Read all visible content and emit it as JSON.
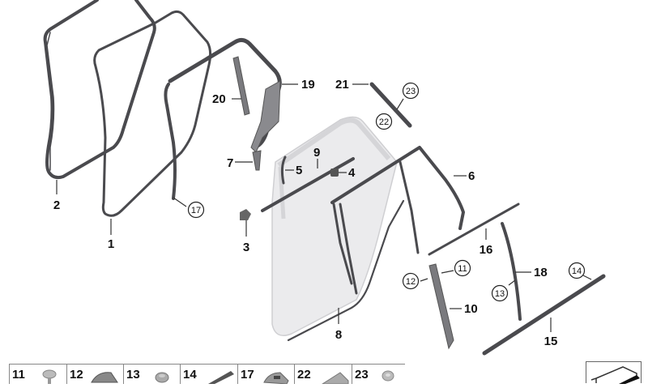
{
  "diagram": {
    "title": "Rear door weatherstrip and trim parts diagram",
    "callouts": [
      {
        "id": "1",
        "label": "1",
        "circled": false
      },
      {
        "id": "2",
        "label": "2",
        "circled": false
      },
      {
        "id": "3",
        "label": "3",
        "circled": false
      },
      {
        "id": "4",
        "label": "4",
        "circled": false
      },
      {
        "id": "5",
        "label": "5",
        "circled": false
      },
      {
        "id": "6",
        "label": "6",
        "circled": false
      },
      {
        "id": "7",
        "label": "7",
        "circled": false
      },
      {
        "id": "8",
        "label": "8",
        "circled": false
      },
      {
        "id": "9",
        "label": "9",
        "circled": false
      },
      {
        "id": "10",
        "label": "10",
        "circled": false
      },
      {
        "id": "11",
        "label": "11",
        "circled": true
      },
      {
        "id": "12",
        "label": "12",
        "circled": true
      },
      {
        "id": "13",
        "label": "13",
        "circled": true
      },
      {
        "id": "14",
        "label": "14",
        "circled": true
      },
      {
        "id": "15",
        "label": "15",
        "circled": false
      },
      {
        "id": "16",
        "label": "16",
        "circled": false
      },
      {
        "id": "17",
        "label": "17",
        "circled": true
      },
      {
        "id": "18",
        "label": "18",
        "circled": false
      },
      {
        "id": "19",
        "label": "19",
        "circled": false
      },
      {
        "id": "20",
        "label": "20",
        "circled": false
      },
      {
        "id": "21",
        "label": "21",
        "circled": false
      },
      {
        "id": "22",
        "label": "22",
        "circled": true
      },
      {
        "id": "23",
        "label": "23",
        "circled": true
      }
    ]
  },
  "legend": {
    "items": [
      {
        "num": "11",
        "icon": "screw-clip-icon"
      },
      {
        "num": "12",
        "icon": "clip-icon"
      },
      {
        "num": "13",
        "icon": "grommet-icon"
      },
      {
        "num": "14",
        "icon": "end-cap-icon"
      },
      {
        "num": "17",
        "icon": "clip-icon"
      },
      {
        "num": "22",
        "icon": "bracket-clip-icon"
      },
      {
        "num": "23",
        "icon": "grommet-icon"
      }
    ]
  },
  "corner_icon": "isometric-part-icon",
  "colors": {
    "seal": "#4a4a4e",
    "door": "#e6e6e8",
    "label": "#111111",
    "trim": "#6e6e72"
  }
}
